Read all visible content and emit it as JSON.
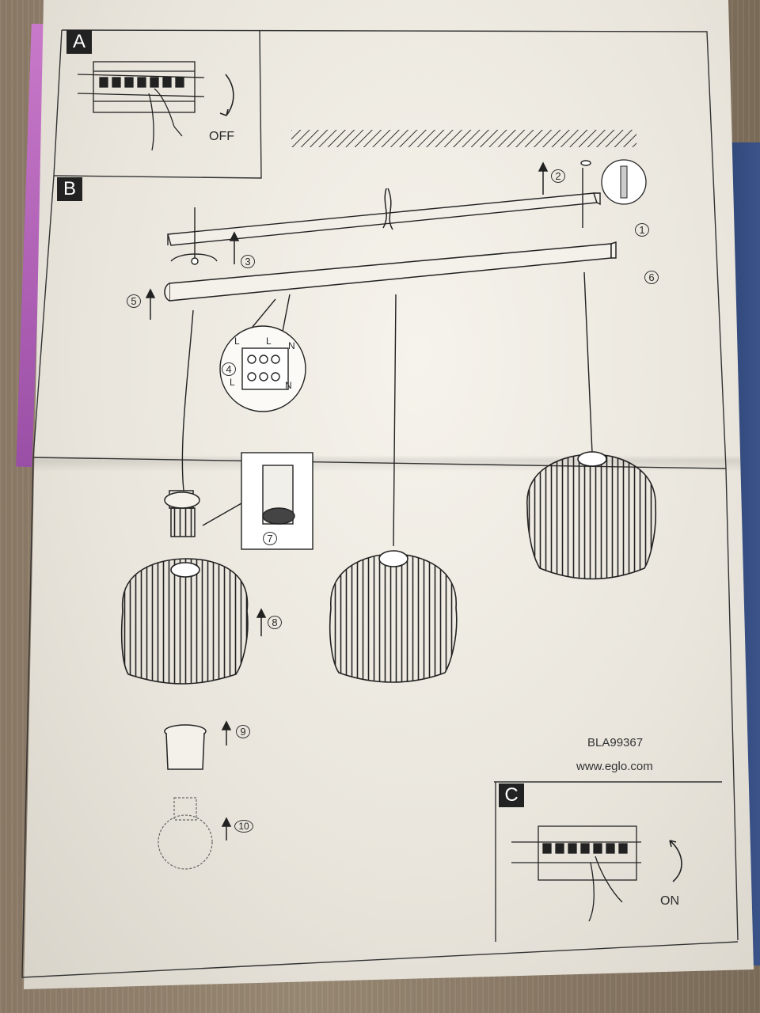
{
  "panels": {
    "a": {
      "tag": "A",
      "state_label": "OFF"
    },
    "b": {
      "tag": "B"
    },
    "c": {
      "tag": "C",
      "state_label": "ON"
    }
  },
  "wiring": {
    "top_left": "L",
    "top_mid": "L",
    "top_n": "N",
    "bottom_l": "L",
    "bottom_n": "N"
  },
  "steps": [
    "1",
    "2",
    "3",
    "4",
    "5",
    "6",
    "7",
    "8",
    "9",
    "10"
  ],
  "footer": {
    "model": "BLA99367",
    "website": "www.eglo.com"
  }
}
